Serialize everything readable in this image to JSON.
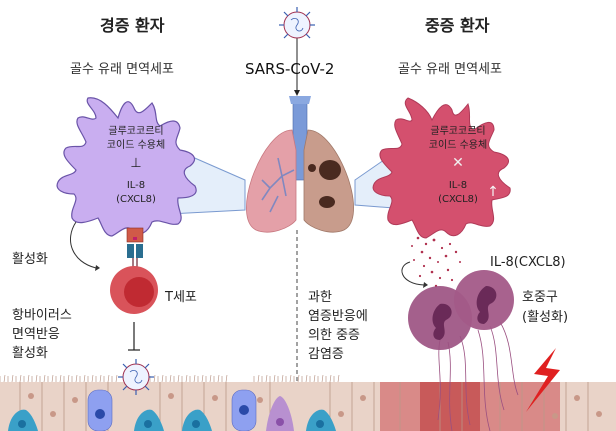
{
  "header": {
    "left_title": "경증 환자",
    "right_title": "중증 환자",
    "center_label": "SARS-CoV-2"
  },
  "left_panel": {
    "cell_label": "골수 유래 면역세포",
    "receptor_line1": "글루코코르티",
    "receptor_line2": "코이드 수용체",
    "inhibit_symbol": "⊥",
    "il8_line1": "IL-8",
    "il8_line2": "(CXCL8)",
    "activation_label": "활성화",
    "tcell_label": "T세포",
    "response_lines": [
      "항바이러스",
      "면역반응",
      "활성화"
    ]
  },
  "center_panel": {
    "outcome_lines": [
      "과한",
      "염증반응에",
      "의한 중증",
      "감염증"
    ]
  },
  "right_panel": {
    "cell_label": "골수 유래 면역세포",
    "receptor_line1": "글루코코르티",
    "receptor_line2": "코이드 수용체",
    "il8_line1": "IL-8",
    "il8_line2": "(CXCL8)",
    "released_label": "IL-8(CXCL8)",
    "neutrophil_line1": "호중구",
    "neutrophil_line2": "(활성화)"
  },
  "colors": {
    "mild_cell": "#c9aef0",
    "severe_cell": "#d4506e",
    "tcell": "#d9535a",
    "neutrophil": "#9a4f80",
    "virus": "#3a5fb0",
    "lightning": "#e02020",
    "epithelium": "#e9d3c8"
  }
}
